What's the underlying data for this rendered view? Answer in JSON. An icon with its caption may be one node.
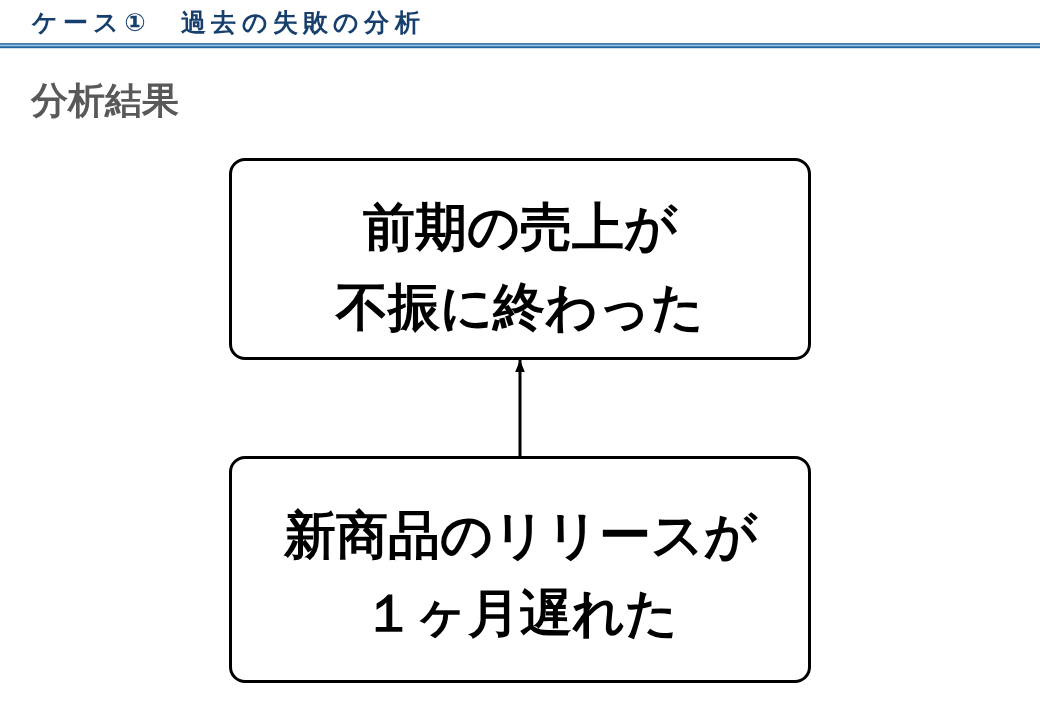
{
  "diagram": {
    "title": "ケース①　過去の失敗の分析",
    "nodes": [
      {
        "text": [
          "前期の売上が不振に終わった"
        ]
      },
      {
        "text": [
          "新商品のリリースが１ヶ月遅れた"
        ]
      }
    ],
    "edges": [
      {
        "from": 1,
        "to": 0,
        "arrow": "to"
      }
    ],
    "labels": [
      "分析結果"
    ]
  }
}
